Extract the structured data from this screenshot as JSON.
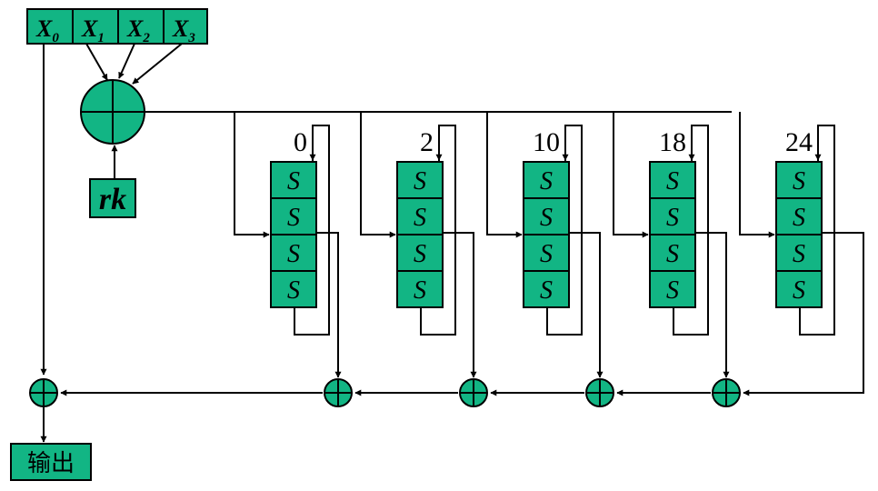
{
  "inputs": [
    {
      "base": "X",
      "sub": "0"
    },
    {
      "base": "X",
      "sub": "1"
    },
    {
      "base": "X",
      "sub": "2"
    },
    {
      "base": "X",
      "sub": "3"
    }
  ],
  "round_key": "rk",
  "sbox_label": "S",
  "rotations": [
    "0",
    "2",
    "10",
    "18",
    "24"
  ],
  "output_label": "输出"
}
